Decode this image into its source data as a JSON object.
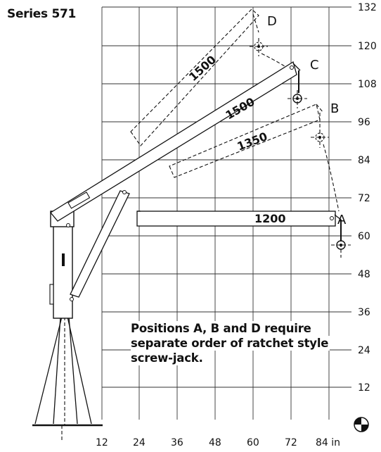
{
  "title": "Series 571",
  "y_ticks": [
    "12",
    "24",
    "36",
    "48",
    "60",
    "72",
    "84",
    "96",
    "108",
    "120",
    "132"
  ],
  "x_ticks": [
    "12",
    "24",
    "36",
    "48",
    "60",
    "72",
    "84 in"
  ],
  "positions": [
    "A",
    "B",
    "C",
    "D"
  ],
  "capacities": {
    "A": "1200",
    "B": "1350",
    "C": "1500",
    "D": "1500"
  },
  "note_lines": [
    "Positions A, B and D require",
    "separate order of ratchet style",
    "screw-jack."
  ]
}
